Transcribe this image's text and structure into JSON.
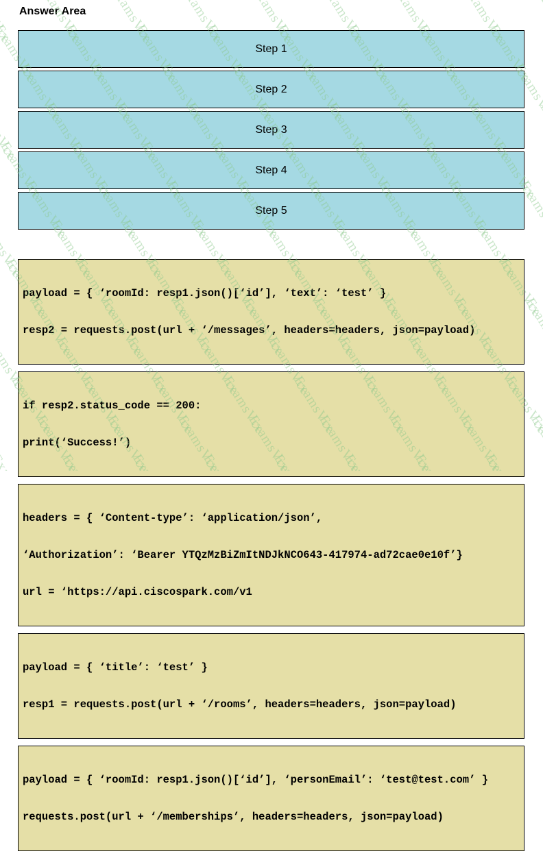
{
  "page": {
    "title": "Answer Area"
  },
  "steps": [
    {
      "label": "Step 1"
    },
    {
      "label": "Step 2"
    },
    {
      "label": "Step 3"
    },
    {
      "label": "Step 4"
    },
    {
      "label": "Step 5"
    }
  ],
  "code_blocks": [
    {
      "lines": [
        "payload = { ‘roomId: resp1.json()[‘id’], ‘text’: ‘test’ }",
        "resp2 = requests.post(url + ‘/messages’, headers=headers, json=payload)"
      ]
    },
    {
      "lines": [
        "if resp2.status_code == 200:",
        "print(‘Success!’)"
      ]
    },
    {
      "lines": [
        "headers = { ‘Content-type’: ‘application/json’,",
        "‘Authorization’: ‘Bearer YTQzMzBiZmItNDJkNCO643-417974-ad72cae0e10f’}",
        "url = ‘https://api.ciscospark.com/v1"
      ]
    },
    {
      "lines": [
        "payload = { ‘title’: ‘test’ }",
        "resp1 = requests.post(url + ‘/rooms’, headers=headers, json=payload)"
      ]
    },
    {
      "lines": [
        "payload = { ‘roomId: resp1.json()[‘id’], ‘personEmail’: ‘test@test.com’ }",
        "requests.post(url + ‘/memberships’, headers=headers, json=payload)"
      ]
    }
  ],
  "watermark": {
    "text": "ExamsVce",
    "color": "#8cc88c"
  },
  "colors": {
    "step_fill": "#a5d9e3",
    "code_fill": "#e5dfa7",
    "border": "#000000"
  }
}
